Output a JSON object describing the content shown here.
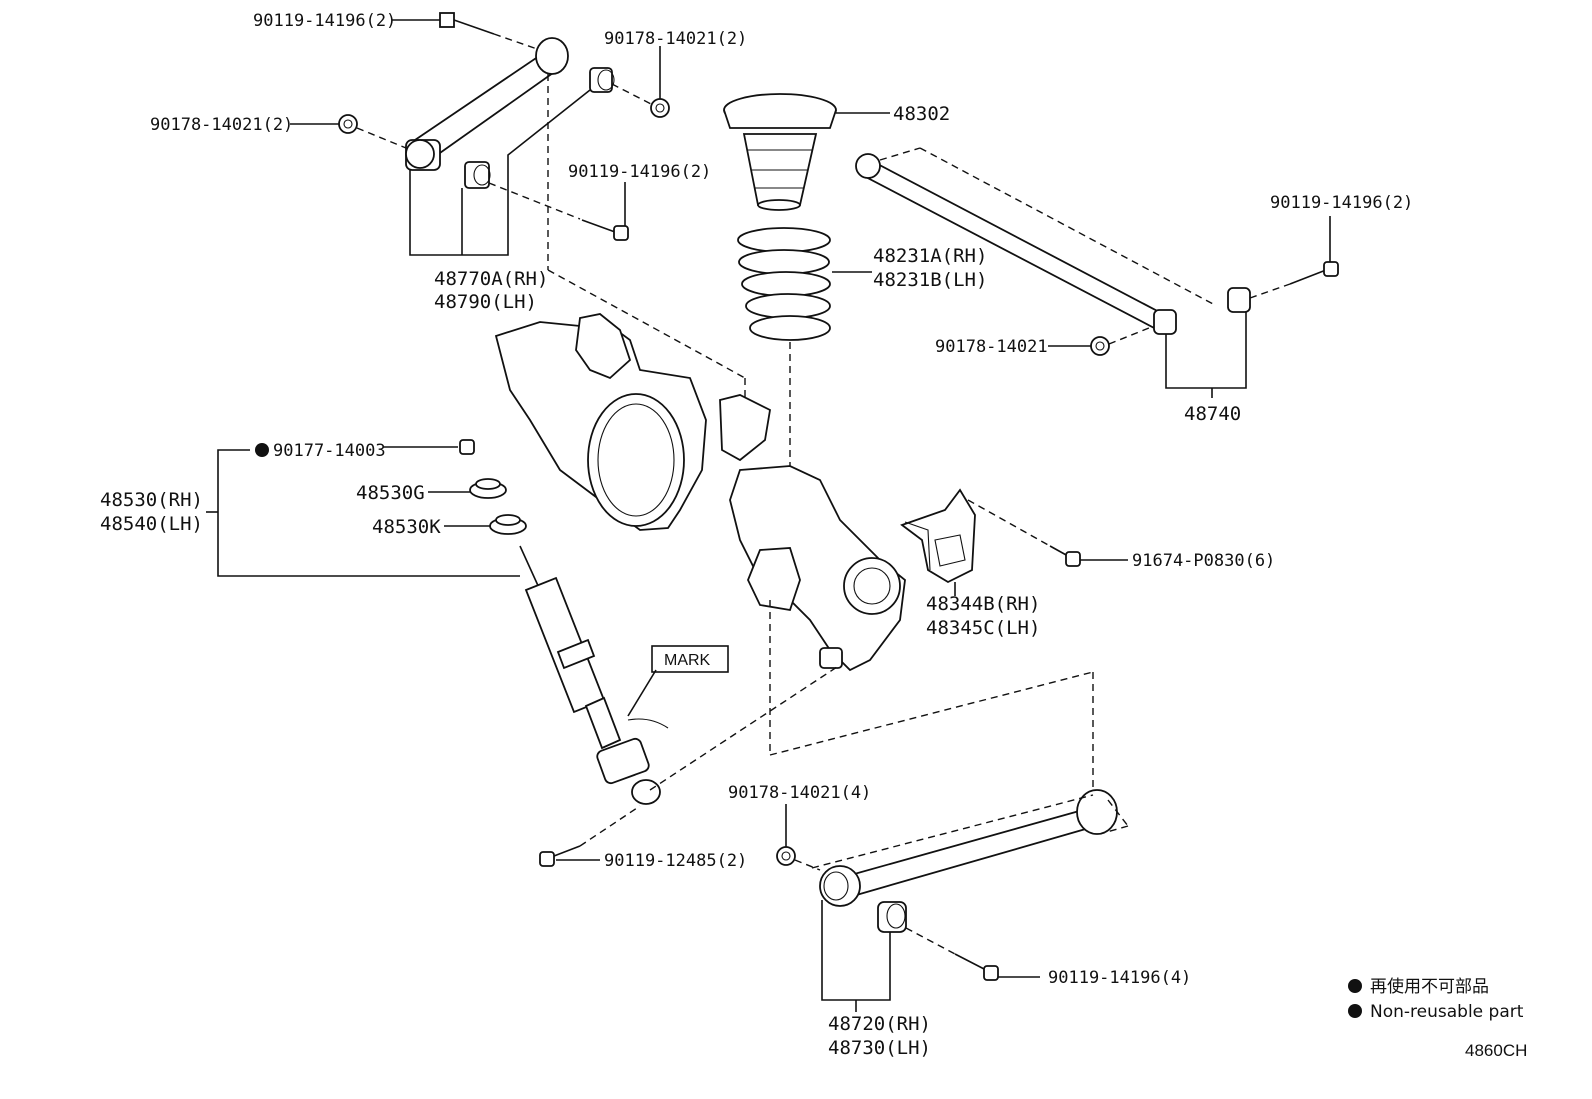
{
  "labels": {
    "upper_bolt_top": "90119-14196(2)",
    "upper_nut_top": "90178-14021(2)",
    "upper_nut_left": "90178-14021(2)",
    "upper_bolt_mid": "90119-14196(2)",
    "upper_arm_rh": "48770A(RH)",
    "upper_arm_lh": "48790(LH)",
    "bump_stopper": "48302",
    "coil_spring_rh": "48231A(RH)",
    "coil_spring_lh": "48231B(LH)",
    "lateral_bolt": "90119-14196(2)",
    "lateral_nut": "90178-14021",
    "lateral_rod": "48740",
    "shock_nut": "90177-14003",
    "shock_rh": "48530(RH)",
    "shock_lh": "48540(LH)",
    "cushion_g": "48530G",
    "cushion_k": "48530K",
    "mark": "MARK",
    "bracket_bolt": "91674-P0830(6)",
    "bracket_rh": "48344B(RH)",
    "bracket_lh": "48345C(LH)",
    "lower_nut": "90178-14021(4)",
    "shock_bolt": "90119-12485(2)",
    "lower_bolt": "90119-14196(4)",
    "lower_arm_rh": "48720(RH)",
    "lower_arm_lh": "48730(LH)"
  },
  "legend": {
    "japanese": "再使用不可部品",
    "english": "Non-reusable part"
  },
  "diagram_code": "4860CH"
}
